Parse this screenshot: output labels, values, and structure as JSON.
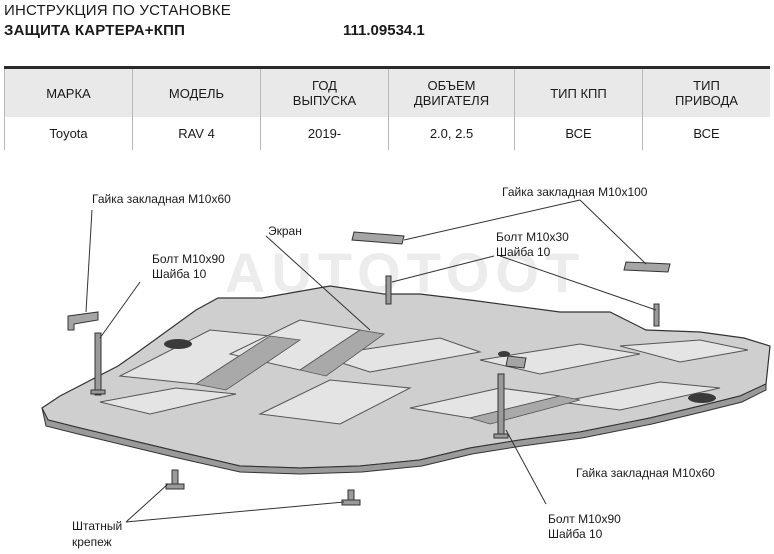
{
  "header": {
    "line1": "ИНСТРУКЦИЯ ПО УСТАНОВКЕ",
    "line2": "ЗАЩИТА КАРТЕРА+КПП",
    "code": "111.09534.1"
  },
  "spec_table": {
    "columns": [
      {
        "header_line1": "МАРКА",
        "header_line2": "",
        "value": "Toyota"
      },
      {
        "header_line1": "МОДЕЛЬ",
        "header_line2": "",
        "value": "RAV 4"
      },
      {
        "header_line1": "ГОД",
        "header_line2": "ВЫПУСКА",
        "value": "2019-"
      },
      {
        "header_line1": "ОБЪЕМ",
        "header_line2": "ДВИГАТЕЛЯ",
        "value": "2.0, 2.5"
      },
      {
        "header_line1": "ТИП КПП",
        "header_line2": "",
        "value": "ВСЕ"
      },
      {
        "header_line1": "ТИП",
        "header_line2": "ПРИВОДА",
        "value": "ВСЕ"
      }
    ]
  },
  "diagram": {
    "watermark": "AUTOTOOT",
    "labels": {
      "nut_top_left": "Гайка закладная М10х60",
      "nut_top_right": "Гайка закладная М10х100",
      "screen": "Экран",
      "bolt_left_1": "Болт М10х90",
      "bolt_left_2": "Шайба 10",
      "bolt_mid_1": "Болт М10х30",
      "bolt_mid_2": "Шайба 10",
      "nut_bottom_right": "Гайка закладная М10х60",
      "bolt_bottom_1": "Болт М10х90",
      "bolt_bottom_2": "Шайба 10",
      "std_1": "Штатный",
      "std_2": "крепеж"
    }
  },
  "colors": {
    "plate": "#cfcfcf",
    "plate_light": "#e4e4e4",
    "plate_dark": "#8f8f8f",
    "line": "#333333"
  }
}
